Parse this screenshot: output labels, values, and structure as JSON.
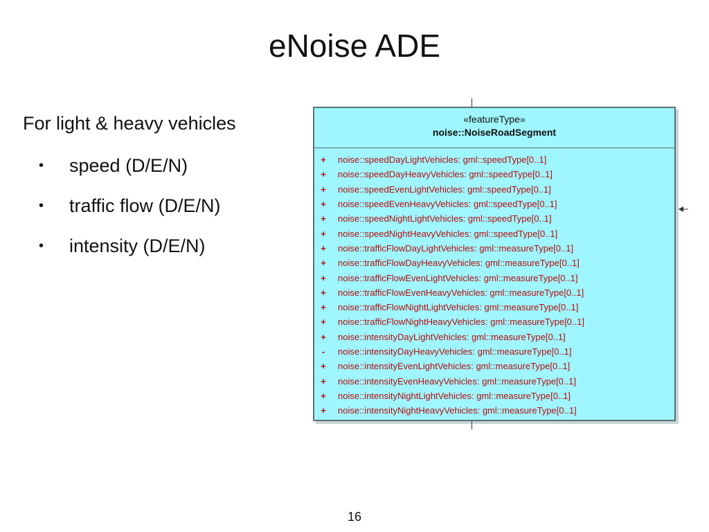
{
  "slide": {
    "title": "eNoise ADE",
    "lead": "For light & heavy vehicles",
    "bullets": [
      "speed (D/E/N)",
      "traffic flow (D/E/N)",
      "intensity (D/E/N)"
    ],
    "bullet_glyph": "•",
    "page_number": "16"
  },
  "uml": {
    "stereotype": "«featureType»",
    "class_name": "noise::NoiseRoadSegment",
    "fill_color": "#9ff6fe",
    "attribute_color": "#b50b0b",
    "attributes": [
      {
        "vis": "+",
        "text": "noise::speedDayLightVehicles: gml::speedType[0..1]"
      },
      {
        "vis": "+",
        "text": "noise::speedDayHeavyVehicles: gml::speedType[0..1]"
      },
      {
        "vis": "+",
        "text": "noise::speedEvenLightVehicles: gml::speedType[0..1]"
      },
      {
        "vis": "+",
        "text": "noise::speedEvenHeavyVehicles: gml::speedType[0..1]"
      },
      {
        "vis": "+",
        "text": "noise::speedNightLightVehicles: gml::speedType[0..1]"
      },
      {
        "vis": "+",
        "text": "noise::speedNightHeavyVehicles: gml::speedType[0..1]"
      },
      {
        "vis": "+",
        "text": "noise::trafficFlowDayLightVehicles: gml::measureType[0..1]"
      },
      {
        "vis": "+",
        "text": "noise::trafficFlowDayHeavyVehicles: gml::measureType[0..1]"
      },
      {
        "vis": "+",
        "text": "noise::trafficFlowEvenLightVehicles: gml::measureType[0..1]"
      },
      {
        "vis": "+",
        "text": "noise::trafficFlowEvenHeavyVehicles: gml::measureType[0..1]"
      },
      {
        "vis": "+",
        "text": "noise::trafficFlowNightLightVehicles: gml::measureType[0..1]"
      },
      {
        "vis": "+",
        "text": "noise::trafficFlowNightHeavyVehicles: gml::measureType[0..1]"
      },
      {
        "vis": "+",
        "text": "noise::intensityDayLightVehicles: gml::measureType[0..1]"
      },
      {
        "vis": "-",
        "text": "noise::intensityDayHeavyVehicles: gml::measureType[0..1]"
      },
      {
        "vis": "+",
        "text": "noise::intensityEvenLightVehicles: gml::measureType[0..1]"
      },
      {
        "vis": "+",
        "text": "noise::intensityEvenHeavyVehicles: gml::measureType[0..1]"
      },
      {
        "vis": "+",
        "text": "noise::intensityNightLightVehicles: gml::measureType[0..1]"
      },
      {
        "vis": "+",
        "text": "noise::intensityNightHeavyVehicles: gml::measureType[0..1]"
      }
    ]
  }
}
